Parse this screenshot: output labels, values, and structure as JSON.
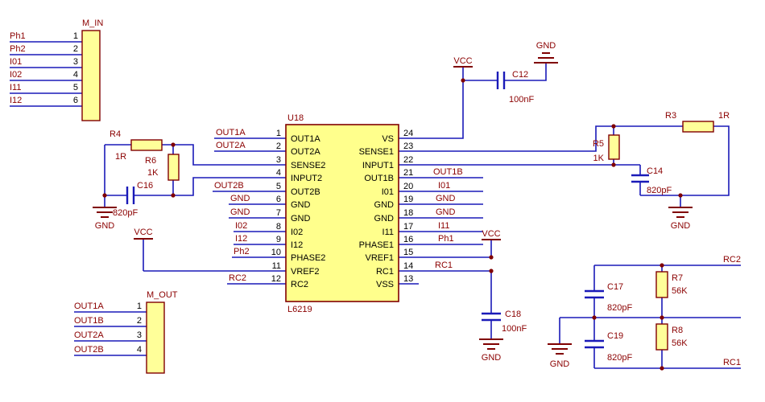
{
  "colors": {
    "wire": "#1a1ab8",
    "symbol": "#800000",
    "redtext": "#8B0000",
    "partfill": "#FFFF99",
    "icfill": "#FFFF8C"
  },
  "power": {
    "vcc": "VCC",
    "gnd": "GND"
  },
  "m_in": {
    "title": "M_IN",
    "pins": [
      {
        "net": "Ph1",
        "num": "1"
      },
      {
        "net": "Ph2",
        "num": "2"
      },
      {
        "net": "I01",
        "num": "3"
      },
      {
        "net": "I02",
        "num": "4"
      },
      {
        "net": "I11",
        "num": "5"
      },
      {
        "net": "I12",
        "num": "6"
      }
    ]
  },
  "m_out": {
    "title": "M_OUT",
    "pins": [
      {
        "net": "OUT1A",
        "num": "1"
      },
      {
        "net": "OUT1B",
        "num": "2"
      },
      {
        "net": "OUT2A",
        "num": "3"
      },
      {
        "net": "OUT2B",
        "num": "4"
      }
    ]
  },
  "u18": {
    "ref": "U18",
    "part": "L6219",
    "left": [
      {
        "num": "1",
        "name": "OUT1A"
      },
      {
        "num": "2",
        "name": "OUT2A"
      },
      {
        "num": "3",
        "name": "SENSE2"
      },
      {
        "num": "4",
        "name": "INPUT2"
      },
      {
        "num": "5",
        "name": "OUT2B"
      },
      {
        "num": "6",
        "name": "GND"
      },
      {
        "num": "7",
        "name": "GND"
      },
      {
        "num": "8",
        "name": "I02"
      },
      {
        "num": "9",
        "name": "I12"
      },
      {
        "num": "10",
        "name": "PHASE2"
      },
      {
        "num": "11",
        "name": "VREF2"
      },
      {
        "num": "12",
        "name": "RC2"
      }
    ],
    "right": [
      {
        "num": "24",
        "name": "VS"
      },
      {
        "num": "23",
        "name": "SENSE1"
      },
      {
        "num": "22",
        "name": "INPUT1"
      },
      {
        "num": "21",
        "name": "OUT1B"
      },
      {
        "num": "20",
        "name": "I01"
      },
      {
        "num": "19",
        "name": "GND"
      },
      {
        "num": "18",
        "name": "GND"
      },
      {
        "num": "17",
        "name": "I11"
      },
      {
        "num": "16",
        "name": "PHASE1"
      },
      {
        "num": "15",
        "name": "VREF1"
      },
      {
        "num": "14",
        "name": "RC1"
      },
      {
        "num": "13",
        "name": "VSS"
      }
    ]
  },
  "nets": {
    "left": [
      "OUT1A",
      "OUT2A",
      "OUT2B",
      "GND",
      "GND",
      "I02",
      "I12",
      "Ph2",
      "RC2"
    ],
    "right": [
      "OUT1B",
      "I01",
      "GND",
      "GND",
      "I11",
      "Ph1",
      "RC1"
    ],
    "rc2": "RC2",
    "rc1": "RC1"
  },
  "parts": {
    "r4": {
      "ref": "R4",
      "val": "1R"
    },
    "r6": {
      "ref": "R6",
      "val": "1K"
    },
    "c16": {
      "ref": "C16",
      "val": "820pF"
    },
    "c12": {
      "ref": "C12",
      "val": "100nF"
    },
    "r3": {
      "ref": "R3",
      "val": "1R"
    },
    "r5": {
      "ref": "R5",
      "val": "1K"
    },
    "c14": {
      "ref": "C14",
      "val": "820pF"
    },
    "c18": {
      "ref": "C18",
      "val": "100nF"
    },
    "r7": {
      "ref": "R7",
      "val": "56K"
    },
    "c17": {
      "ref": "C17",
      "val": "820pF"
    },
    "r8": {
      "ref": "R8",
      "val": "56K"
    },
    "c19": {
      "ref": "C19",
      "val": "820pF"
    }
  }
}
